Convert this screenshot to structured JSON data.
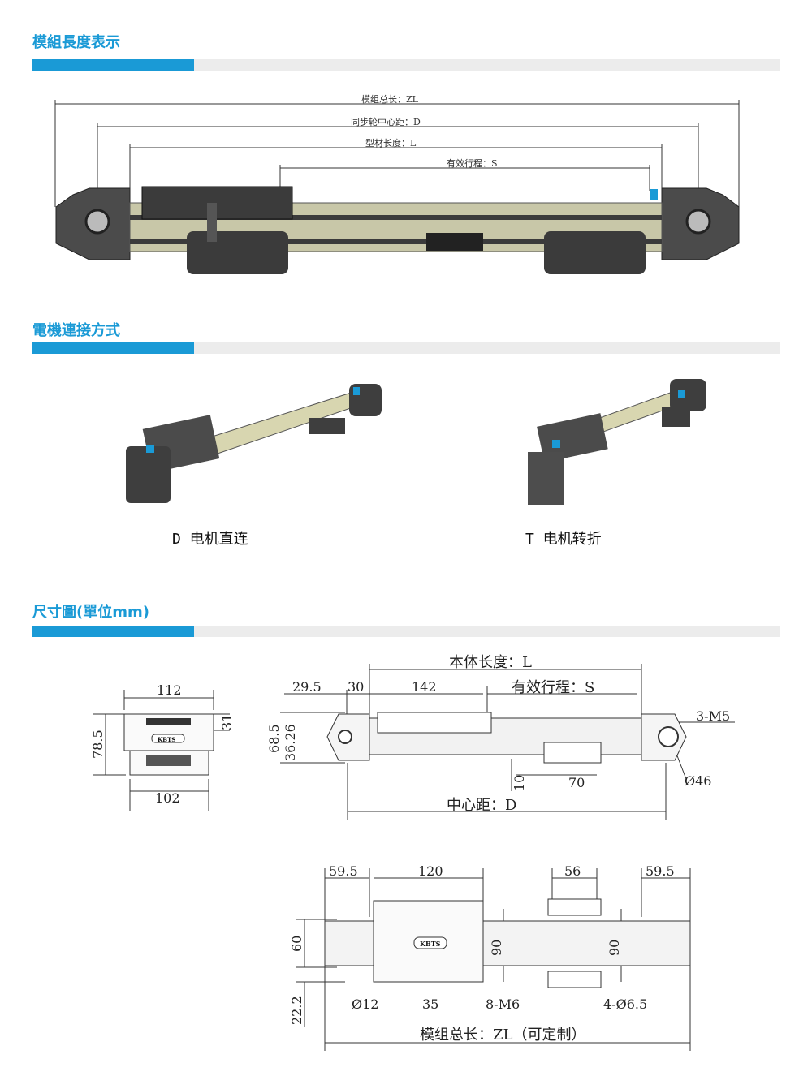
{
  "sections": [
    {
      "title": "模組長度表示"
    },
    {
      "title": "電機連接方式"
    },
    {
      "title": "尺寸圖(單位mm)"
    }
  ],
  "length_diagram": {
    "labels": {
      "zl": "模组总长：ZL",
      "d": "同步轮中心距：D",
      "l": "型材长度：L",
      "s": "有效行程：S"
    }
  },
  "motor_options": [
    {
      "caption": "D 电机直连"
    },
    {
      "caption": "T 电机转折"
    }
  ],
  "dimension_drawing": {
    "end_view": {
      "w_top": "112",
      "w_bottom": "102",
      "h_total": "78.5",
      "h_side": "31",
      "logo": "KBTS"
    },
    "side_view": {
      "body_length": "本体长度：L",
      "stroke": "有效行程：S",
      "d_29_5": "29.5",
      "d_30": "30",
      "d_142": "142",
      "thread": "3-M5",
      "h_68_5": "68.5",
      "h_36_26": "36.26",
      "d_10": "10",
      "d_70": "70",
      "dia_46": "Ø46",
      "center": "中心距：D"
    },
    "top_view": {
      "d_59_5_left": "59.5",
      "d_120": "120",
      "d_56": "56",
      "d_59_5_right": "59.5",
      "h_60": "60",
      "h_22_2": "22.2",
      "h_90_a": "90",
      "h_90_b": "90",
      "dia_12": "Ø12",
      "d_35": "35",
      "m6": "8-M6",
      "holes": "4-Ø6.5",
      "total": "模组总长：ZL（可定制）",
      "logo": "KBTS"
    }
  },
  "colors": {
    "accent": "#1a9ad6",
    "bar": "#ececec",
    "rail": "#c8c7a8",
    "part": "#3b3b3b"
  }
}
